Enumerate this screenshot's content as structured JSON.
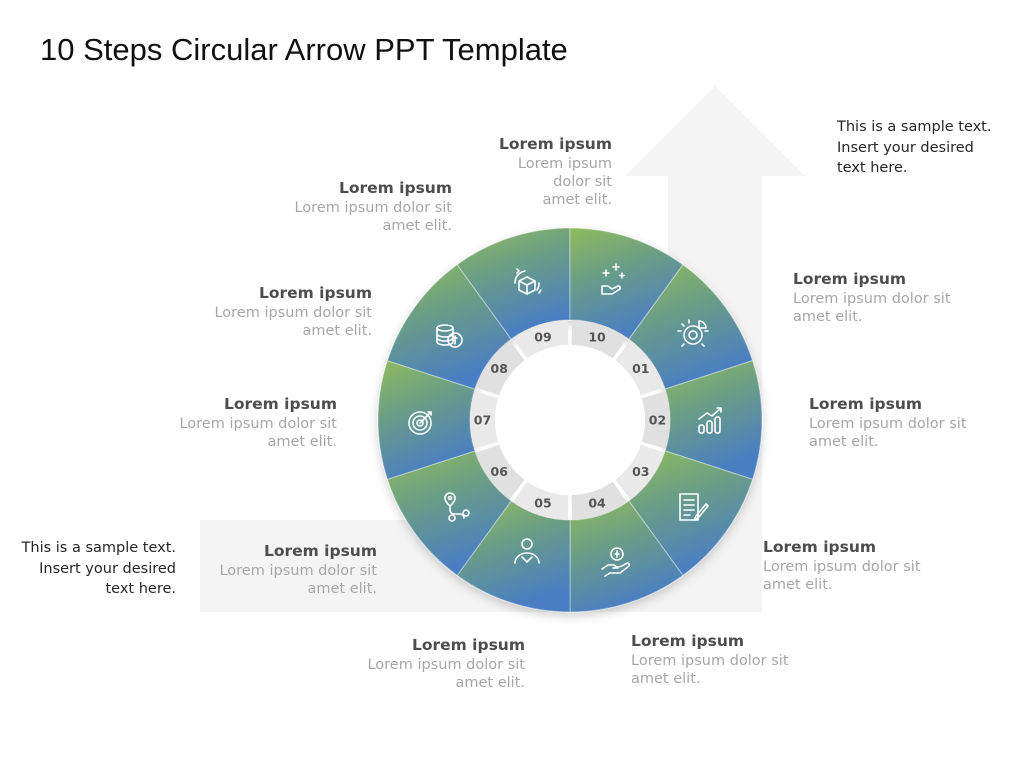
{
  "title": "10 Steps Circular Arrow PPT Template",
  "colors": {
    "ring_top": "#8db85f",
    "ring_bottom": "#4d80bd",
    "inner_ring": "#e4e4e4",
    "arrow_bg": "#f4f4f4"
  },
  "notes": {
    "top_right": "This is a sample text. Insert your desired text here.",
    "bottom_left": "This is a sample text. Insert your desired text here."
  },
  "steps": [
    {
      "num": "01",
      "icon": "gear-pie-chart-icon",
      "heading": "Lorem ipsum",
      "body": "Lorem ipsum dolor sit amet elit."
    },
    {
      "num": "02",
      "icon": "bar-chart-growth-icon",
      "heading": "Lorem ipsum",
      "body": "Lorem ipsum dolor sit amet elit."
    },
    {
      "num": "03",
      "icon": "document-edit-icon",
      "heading": "Lorem ipsum",
      "body": "Lorem ipsum dolor sit amet elit."
    },
    {
      "num": "04",
      "icon": "hand-dollar-icon",
      "heading": "Lorem ipsum",
      "body": "Lorem ipsum dolor sit amet elit."
    },
    {
      "num": "05",
      "icon": "person-handshake-icon",
      "heading": "Lorem ipsum",
      "body": "Lorem ipsum dolor sit amet elit."
    },
    {
      "num": "06",
      "icon": "route-pin-icon",
      "heading": "Lorem ipsum",
      "body": "Lorem ipsum dolor sit amet elit."
    },
    {
      "num": "07",
      "icon": "target-icon",
      "heading": "Lorem ipsum",
      "body": "Lorem ipsum dolor sit amet elit."
    },
    {
      "num": "08",
      "icon": "coins-icon",
      "heading": "Lorem ipsum",
      "body": "Lorem ipsum dolor sit amet elit."
    },
    {
      "num": "09",
      "icon": "cube-cycle-icon",
      "heading": "Lorem ipsum",
      "body": "Lorem ipsum dolor sit amet elit."
    },
    {
      "num": "10",
      "icon": "hand-sparkles-icon",
      "heading": "Lorem ipsum",
      "body": "Lorem ipsum dolor sit amet"
    }
  ],
  "step10_body_last": "elit."
}
